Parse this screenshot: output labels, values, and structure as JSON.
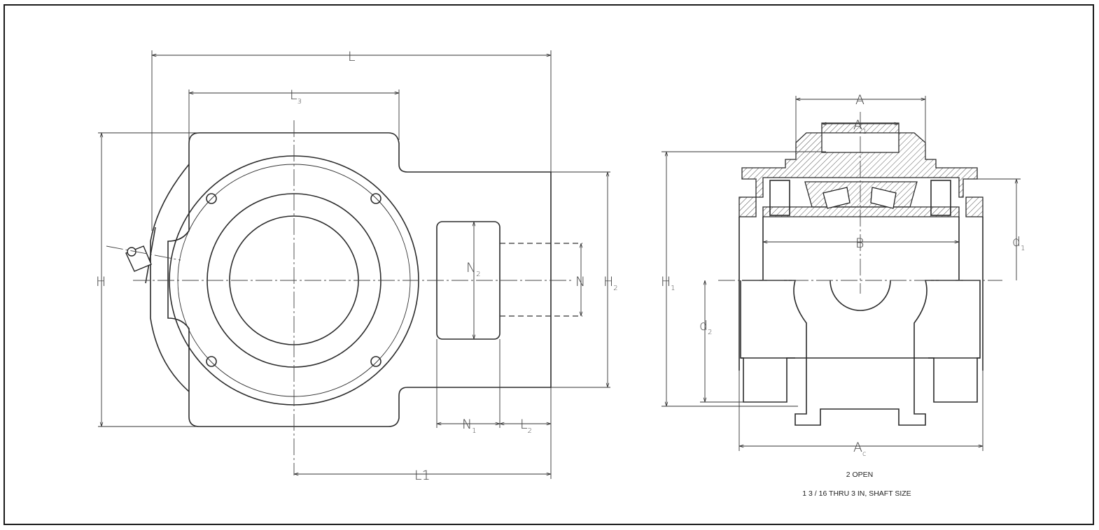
{
  "dimensions": {
    "L": "L",
    "L3": {
      "base": "L",
      "sub": "3"
    },
    "H": "H",
    "H2": {
      "base": "H",
      "sub": "2"
    },
    "N": "N",
    "N1": {
      "base": "N",
      "sub": "1"
    },
    "N2": {
      "base": "N",
      "sub": "2"
    },
    "L1": "L1",
    "L2": {
      "base": "L",
      "sub": "2"
    },
    "A": "A",
    "A1": {
      "base": "A",
      "sub": "1"
    },
    "B": "B",
    "H1": {
      "base": "H",
      "sub": "1"
    },
    "d1": {
      "base": "d",
      "sub": "1"
    },
    "d2": {
      "base": "d",
      "sub": "2"
    },
    "Ac": {
      "base": "A",
      "sub": "c"
    }
  },
  "caption": {
    "line1": "2 OPEN",
    "line2": "1 3 / 16 THRU 3 IN, SHAFT SIZE"
  }
}
